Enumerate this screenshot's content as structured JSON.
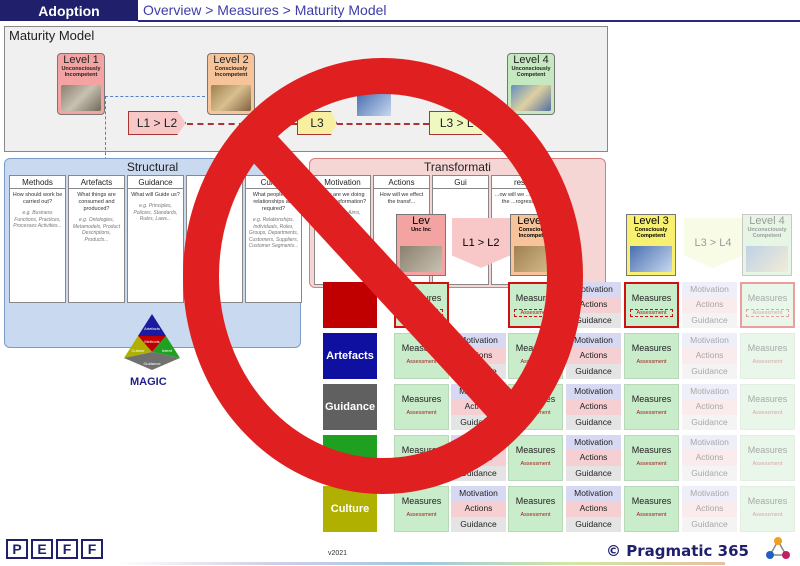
{
  "header": {
    "section": "Adoption",
    "breadcrumb": "Overview > Measures > Maturity Model"
  },
  "maturity_model": {
    "title": "Maturity Model",
    "levels": [
      {
        "name": "Level 1",
        "sub": "Unconsciously Incompetent",
        "color": "#f4a3a3"
      },
      {
        "name": "Level 2",
        "sub": "Consciously Incompetent",
        "color": "#f7c49a"
      },
      {
        "name": "Level 4",
        "sub": "Unconsciously Competent",
        "color": "#c5e8c0"
      }
    ],
    "transitions": [
      "L1 > L2",
      "L3",
      "L3 > L4"
    ]
  },
  "structural": {
    "title": "Structural",
    "columns": [
      {
        "head": "Methods",
        "question": "How should work be carried out?",
        "examples": "e.g. Business Functions, Practices, Processes Activities..."
      },
      {
        "head": "Artefacts",
        "question": "What things are consumed and produced?",
        "examples": "e.g. Ontologies, Metamodels, Product Descriptions, Products..."
      },
      {
        "head": "Guidance",
        "question": "What will Guide us?",
        "examples": "e.g. Principles, Policies, Standards, Rules, Laws..."
      },
      {
        "head": "Culture",
        "question": "What people and relationships are required?",
        "examples": "e.g. Relationships, Individuals, Roles, Groups, Departments, Customers, Suppliers, Customer Segments..."
      }
    ]
  },
  "transformational": {
    "title": "Transformati",
    "columns": [
      {
        "head": "Motivation",
        "question": "Why are we doing the transformation?",
        "examples": "e.g. Ends, Aims, Objectives, Requirements..."
      },
      {
        "head": "Actions",
        "question": "How will we effect the transf..."
      },
      {
        "head": "Gui"
      },
      {
        "head": "res",
        "question": "...ow will we ...asure the ...rogress?"
      }
    ]
  },
  "magic": {
    "label": "MAGIC",
    "parts": [
      "Artefacts",
      "Methods",
      "Culture",
      "Guidance",
      "Intent"
    ]
  },
  "matrix": {
    "rows": [
      "",
      "Artefacts",
      "Guidance",
      "",
      "Culture"
    ],
    "row_colors": [
      "#c00000",
      "#1010a0",
      "#606060",
      "#20a020",
      "#b0b000"
    ],
    "cell_measures": "Measures",
    "cell_assessment": "Assessment",
    "cell_motivation": "Motivation",
    "cell_actions": "Actions",
    "cell_guidance": "Guidance",
    "level_2": {
      "name": "Level 2",
      "sub": "Consciously Incompetent"
    },
    "level_3": {
      "name": "Level 3",
      "sub": "Consciously Competent"
    },
    "level_4": {
      "name": "Level 4",
      "sub": "Unconsciously Competent"
    },
    "partial_level": "Lev",
    "partial_sub": "Unc Inc",
    "arrow_l1l2": "L1 > L2",
    "arrow_l3l4": "L3 > L4"
  },
  "footer": {
    "logo_letters": [
      "P",
      "E",
      "F",
      "F"
    ],
    "version": "v2021",
    "brand": "© Pragmatic 365"
  },
  "colors": {
    "navy": "#1f1f6b",
    "prohibit_red": "#e02020"
  }
}
